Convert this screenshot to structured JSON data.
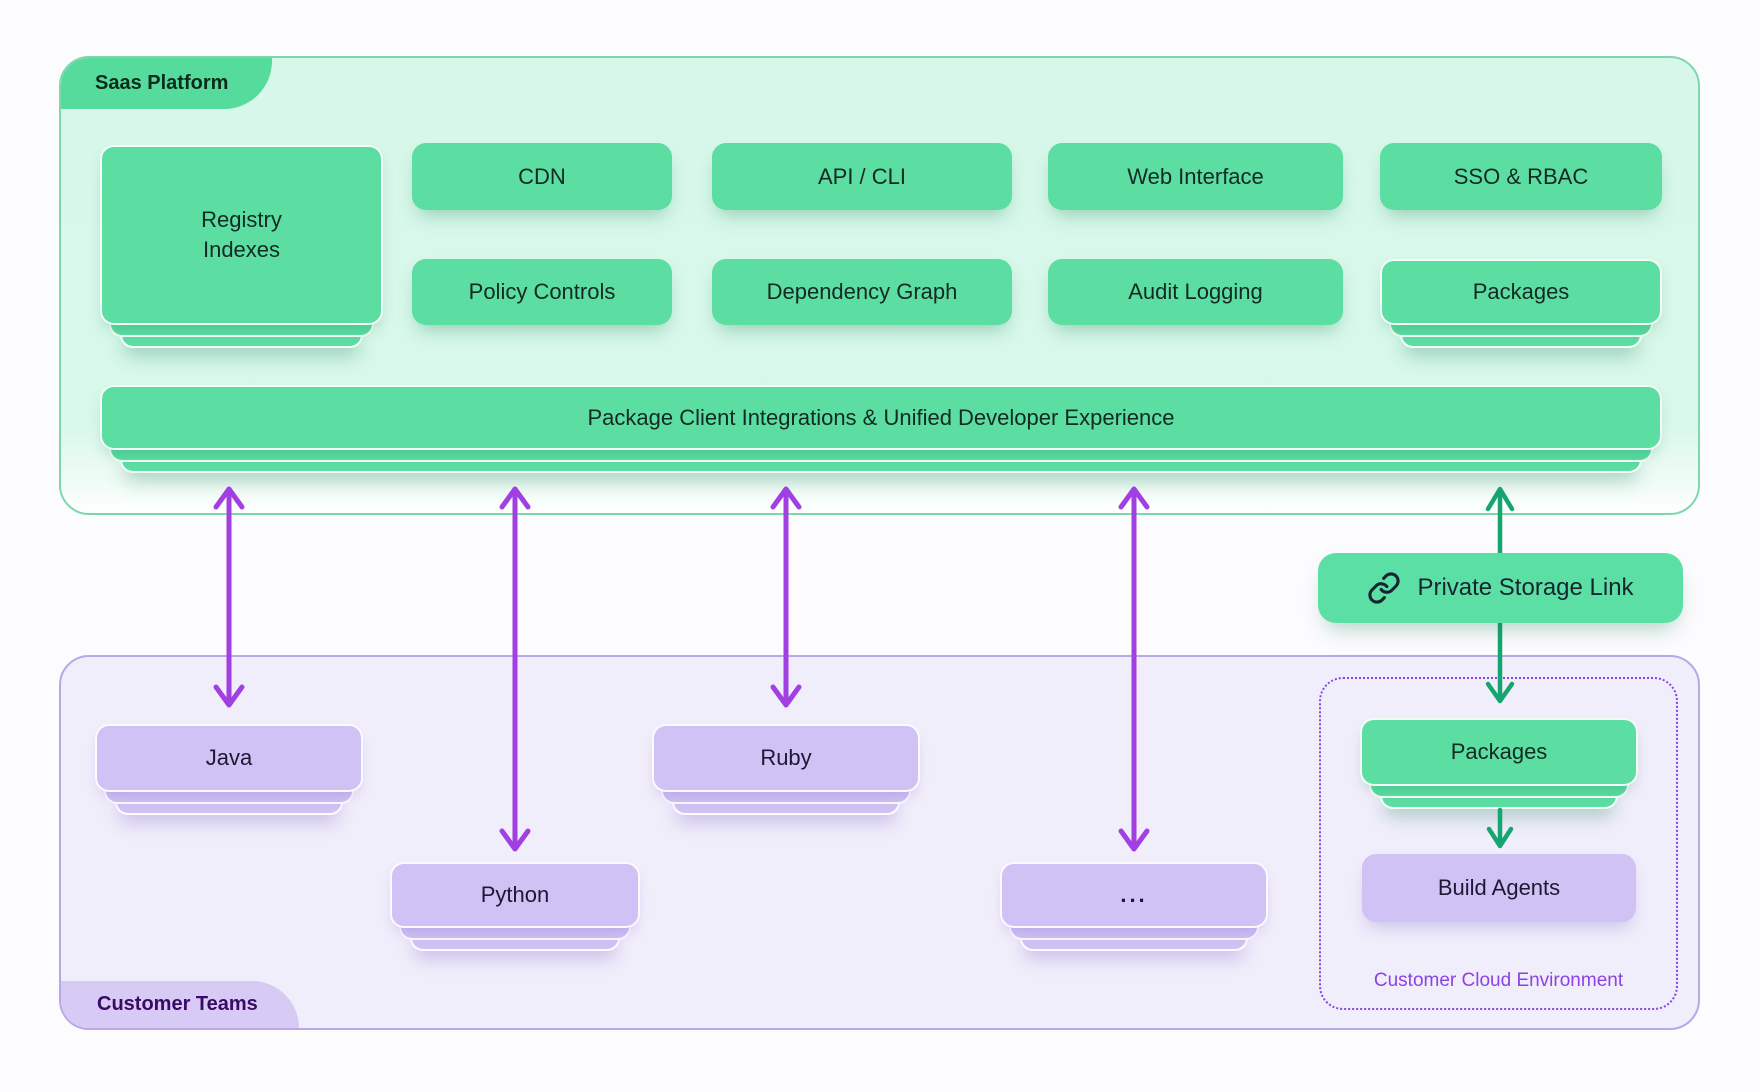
{
  "platform": {
    "tab_label": "Saas Platform",
    "cards": {
      "registry": "Registry\nIndexes",
      "cdn": "CDN",
      "api_cli": "API / CLI",
      "web_interface": "Web Interface",
      "sso_rbac": "SSO & RBAC",
      "policy_controls": "Policy Controls",
      "dependency_graph": "Dependency Graph",
      "audit_logging": "Audit Logging",
      "packages": "Packages"
    },
    "integration_bar": "Package Client Integrations & Unified Developer Experience"
  },
  "private_storage_link": {
    "label": "Private Storage Link",
    "icon": "link-icon"
  },
  "customer": {
    "tab_label": "Customer Teams",
    "teams": {
      "java": "Java",
      "python": "Python",
      "ruby": "Ruby",
      "more": "..."
    },
    "cloud_env": {
      "label": "Customer Cloud Environment",
      "packages": "Packages",
      "build_agents": "Build Agents"
    }
  },
  "colors": {
    "green_card": "#5cdea3",
    "green_container_bg": "#d6f7e9",
    "green_container_border": "#7ed8ab",
    "green_arrow": "#16a46f",
    "purple_card": "#d0c2f4",
    "purple_container_bg": "#f1eefb",
    "purple_container_border": "#b8a8e8",
    "purple_arrow": "#a13fe3",
    "dashed_box_border": "#8a43e6",
    "platform_tab_bg": "#55db9c",
    "customer_tab_bg": "#d7caf5"
  }
}
